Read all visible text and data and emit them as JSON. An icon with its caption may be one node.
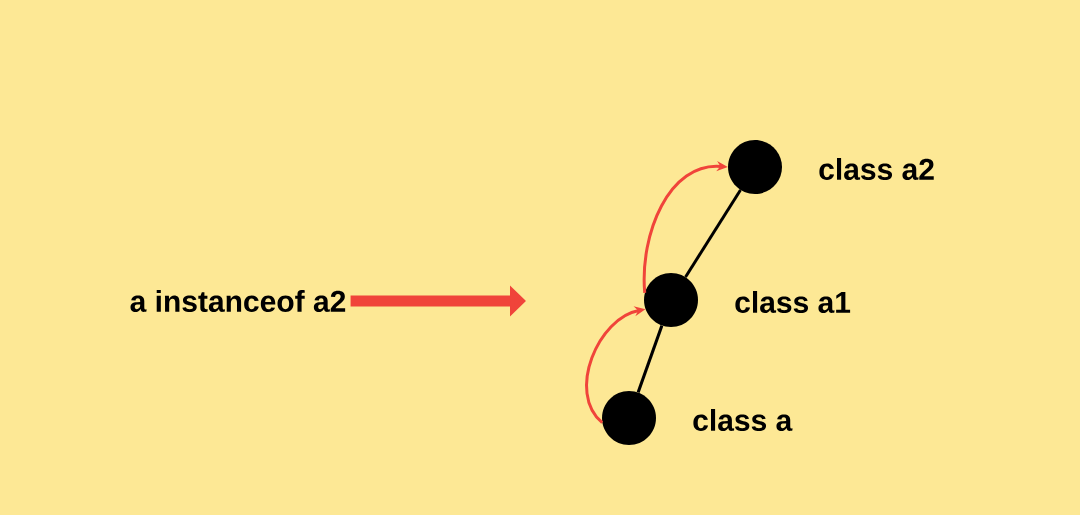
{
  "diagram": {
    "nodes": [
      {
        "text": [
          "a instanceof a2"
        ]
      },
      {
        "text": [],
        "shape": "circle",
        "beside": [
          "class a2"
        ]
      },
      {
        "text": [],
        "shape": "circle",
        "beside": [
          "class a1"
        ]
      },
      {
        "text": [],
        "shape": "circle",
        "beside": [
          "class a"
        ]
      }
    ],
    "edges": [
      {
        "from": 0,
        "to": null,
        "arrow": "to",
        "style": "thick",
        "color": "#f0443a"
      },
      {
        "from": 3,
        "to": 2,
        "arrow": "none",
        "color": "#000000"
      },
      {
        "from": 2,
        "to": 1,
        "arrow": "none",
        "color": "#000000"
      },
      {
        "from": 3,
        "to": 2,
        "arrow": "to",
        "color": "#f0443a"
      },
      {
        "from": 2,
        "to": 1,
        "arrow": "to",
        "color": "#f0443a"
      }
    ]
  }
}
